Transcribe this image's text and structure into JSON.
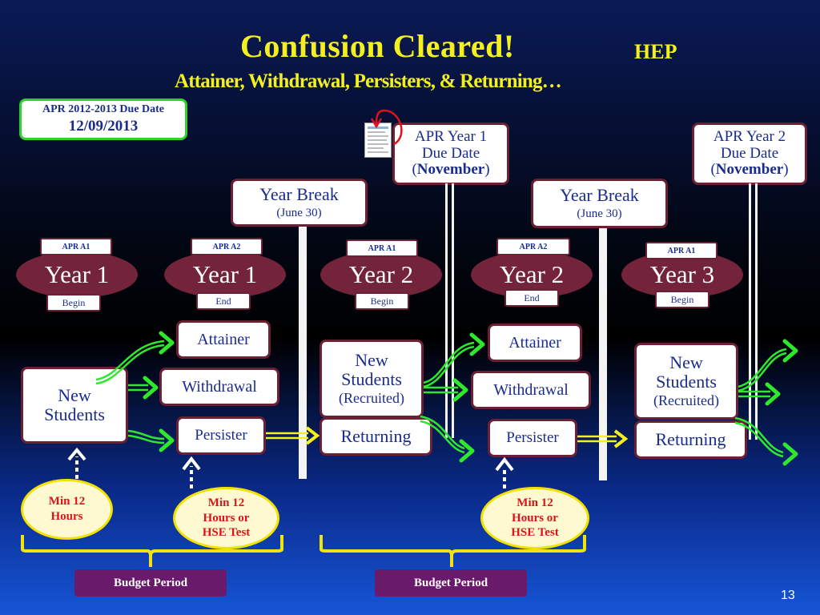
{
  "title": {
    "main": "Confusion  Cleared!",
    "tag": "HEP",
    "subtitle": "Attainer, Withdrawal, Persisters, &  Returning…"
  },
  "due_box": {
    "line1": "APR 2012-2013 Due Date",
    "line2": "12/09/2013"
  },
  "apr_due": [
    {
      "line1": "APR Year 1",
      "line2": "Due Date",
      "paren_open": "(",
      "month": "November",
      "paren_close": ")"
    },
    {
      "line1": "APR Year 2",
      "line2": "Due Date",
      "paren_open": "(",
      "month": "November",
      "paren_close": ")"
    }
  ],
  "year_breaks": [
    {
      "label": "Year Break",
      "date": "(June 30)"
    },
    {
      "label": "Year Break",
      "date": "(June 30)"
    }
  ],
  "years": [
    {
      "tag": "APR A1",
      "label": "Year 1",
      "phase": "Begin"
    },
    {
      "tag": "APR A2",
      "label": "Year 1",
      "phase": "End"
    },
    {
      "tag": "APR A1",
      "label": "Year 2",
      "phase": "Begin"
    },
    {
      "tag": "APR A2",
      "label": "Year 2",
      "phase": "End"
    },
    {
      "tag": "APR A1",
      "label": "Year 3",
      "phase": "Begin"
    }
  ],
  "students": {
    "new": "New Students",
    "new_recruited_1": "New Students",
    "new_recruited_2": "New Students",
    "recruited_note": "(Recruited)"
  },
  "outcomes": {
    "attainer": "Attainer",
    "withdrawal": "Withdrawal",
    "persister": "Persister",
    "returning": "Returning"
  },
  "requirements": {
    "min12": "Min 12 Hours",
    "min12_hse": "Min 12 Hours or HSE Test"
  },
  "budget_label": "Budget Period",
  "page_number": "13",
  "colors": {
    "title": "#f4f020",
    "box_border": "#6b2034",
    "ellipse": "#74243a",
    "arrow_green": "#2ee82e",
    "budget": "#6a1a6a"
  }
}
